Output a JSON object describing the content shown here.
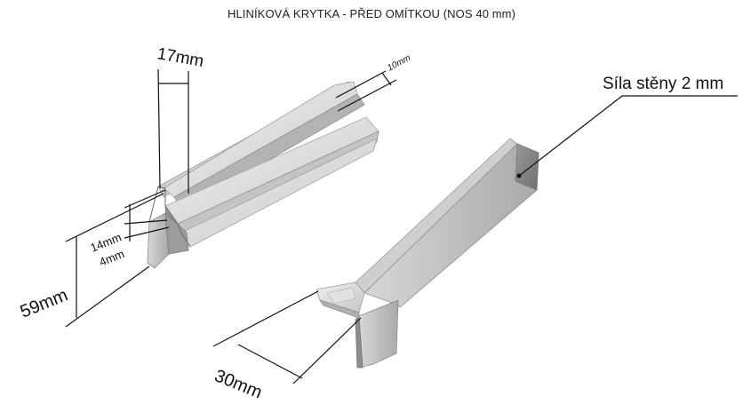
{
  "title": "HLINÍKOVÁ KRYTKA - PŘED OMÍTKOU (NOS 40 mm)",
  "dimensions": {
    "width_top": "17mm",
    "groove": "10mm",
    "upper_height": "14mm",
    "lower_height": "4mm",
    "total_height": "59mm",
    "depth": "30mm",
    "wall_thickness": "Síla stěny 2 mm"
  },
  "colors": {
    "aluminium_light": "#e6e6e6",
    "aluminium_mid": "#bdbdbd",
    "aluminium_dark": "#8a8a8a",
    "dimension_line": "#111111"
  }
}
